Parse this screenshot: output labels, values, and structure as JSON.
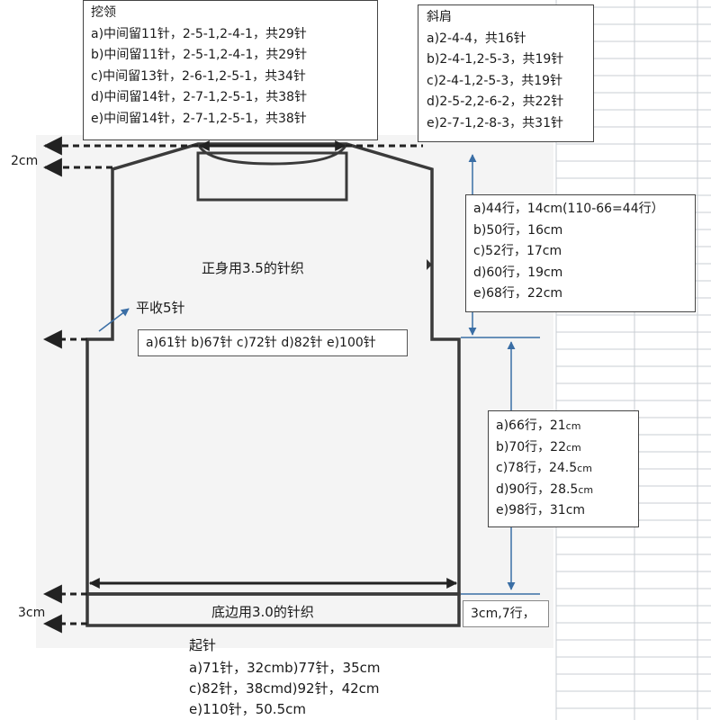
{
  "neckline": {
    "title": "挖领",
    "lines": [
      "a)中间留11针，2-5-1,2-4-1，共29针",
      "b)中间留11针，2-5-1,2-4-1，共29针",
      "c)中间留13针，2-6-1,2-5-1，共34针",
      "d)中间留14针，2-7-1,2-5-1，共38针",
      "e)中间留14针，2-7-1,2-5-1，共38针"
    ]
  },
  "shoulder": {
    "title": "斜肩",
    "lines": [
      "a)2-4-4，共16针",
      "b)2-4-1,2-5-3，共19针",
      "c)2-4-1,2-5-3，共19针",
      "d)2-5-2,2-6-2，共22针",
      "e)2-7-1,2-8-3，共31针"
    ]
  },
  "armhole_height": {
    "lines": [
      "a)44行，14cm(110-66=44行）",
      "b)50行，16cm",
      "c)52行，17cm",
      "d)60行，19cm",
      "e)68行，22cm"
    ]
  },
  "body_height": {
    "lines": [
      {
        "main": "a)66行，21",
        "unit": "cm"
      },
      {
        "main": "b)70行，22",
        "unit": "cm"
      },
      {
        "main": "c)78行，24.5",
        "unit": "cm"
      },
      {
        "main": "d)90行，28.5",
        "unit": "cm"
      },
      {
        "main": "e)98行，31cm",
        "unit": ""
      }
    ]
  },
  "labels": {
    "neck_drop": "2cm",
    "front_body": "正身用3.5的针织",
    "bind_off": "平收5针",
    "chest_stitches": "a)61针 b)67针 c)72针 d)82针 e)100针",
    "hem_height": "3cm",
    "hem_needle": "底边用3.0的针织",
    "hem_rows": "3cm,7行，",
    "cast_on_title": "起针"
  },
  "cast_on": {
    "lines": [
      "a)71针，32cmb)77针，35cm",
      "c)82针，38cmd)92针，42cm",
      "e)110针，50.5cm"
    ]
  },
  "colors": {
    "outline": "#3a3a3a",
    "arrow": "#3a6ea5",
    "dash": "#222222",
    "grid": "#c8cdd3"
  }
}
